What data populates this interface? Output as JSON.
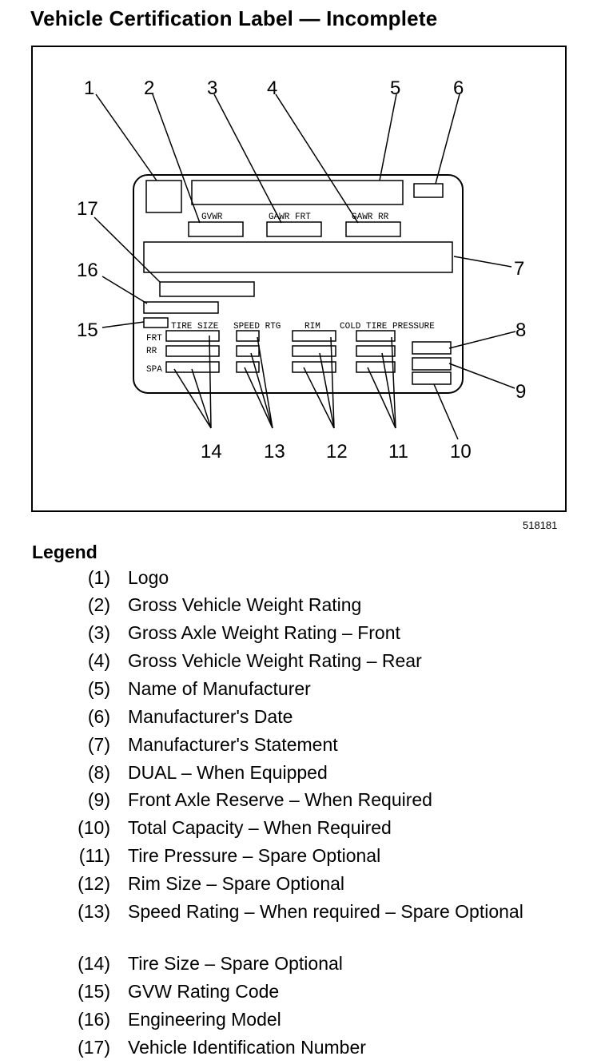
{
  "title": "Vehicle Certification Label — Incomplete",
  "figure_id": "518181",
  "label_text": {
    "gvwr": "GVWR",
    "gawr_frt": "GAWR FRT",
    "gawr_rr": "GAWR RR",
    "tire_size": "TIRE SIZE",
    "speed_rtg": "SPEED RTG",
    "rim": "RIM",
    "cold_tire_pressure": "COLD TIRE PRESSURE",
    "frt": "FRT",
    "rr": "RR",
    "spa": "SPA"
  },
  "callouts": [
    "1",
    "2",
    "3",
    "4",
    "5",
    "6",
    "7",
    "8",
    "9",
    "10",
    "11",
    "12",
    "13",
    "14",
    "15",
    "16",
    "17"
  ],
  "legend": {
    "heading": "Legend",
    "items": [
      {
        "num": "(1)",
        "text": "Logo"
      },
      {
        "num": "(2)",
        "text": "Gross Vehicle Weight Rating"
      },
      {
        "num": "(3)",
        "text": "Gross Axle Weight Rating – Front"
      },
      {
        "num": "(4)",
        "text": "Gross Vehicle Weight Rating – Rear"
      },
      {
        "num": "(5)",
        "text": "Name of Manufacturer"
      },
      {
        "num": "(6)",
        "text": "Manufacturer's Date"
      },
      {
        "num": "(7)",
        "text": "Manufacturer's Statement"
      },
      {
        "num": "(8)",
        "text": "DUAL – When Equipped"
      },
      {
        "num": "(9)",
        "text": "Front Axle Reserve – When Required"
      },
      {
        "num": "(10)",
        "text": "Total Capacity – When Required"
      },
      {
        "num": "(11)",
        "text": "Tire Pressure – Spare Optional"
      },
      {
        "num": "(12)",
        "text": "Rim Size – Spare Optional"
      },
      {
        "num": "(13)",
        "text": "Speed Rating – When required – Spare Optional"
      },
      {
        "num": "(14)",
        "text": "Tire Size – Spare Optional"
      },
      {
        "num": "(15)",
        "text": "GVW Rating Code"
      },
      {
        "num": "(16)",
        "text": "Engineering Model"
      },
      {
        "num": "(17)",
        "text": "Vehicle Identification Number"
      }
    ]
  }
}
